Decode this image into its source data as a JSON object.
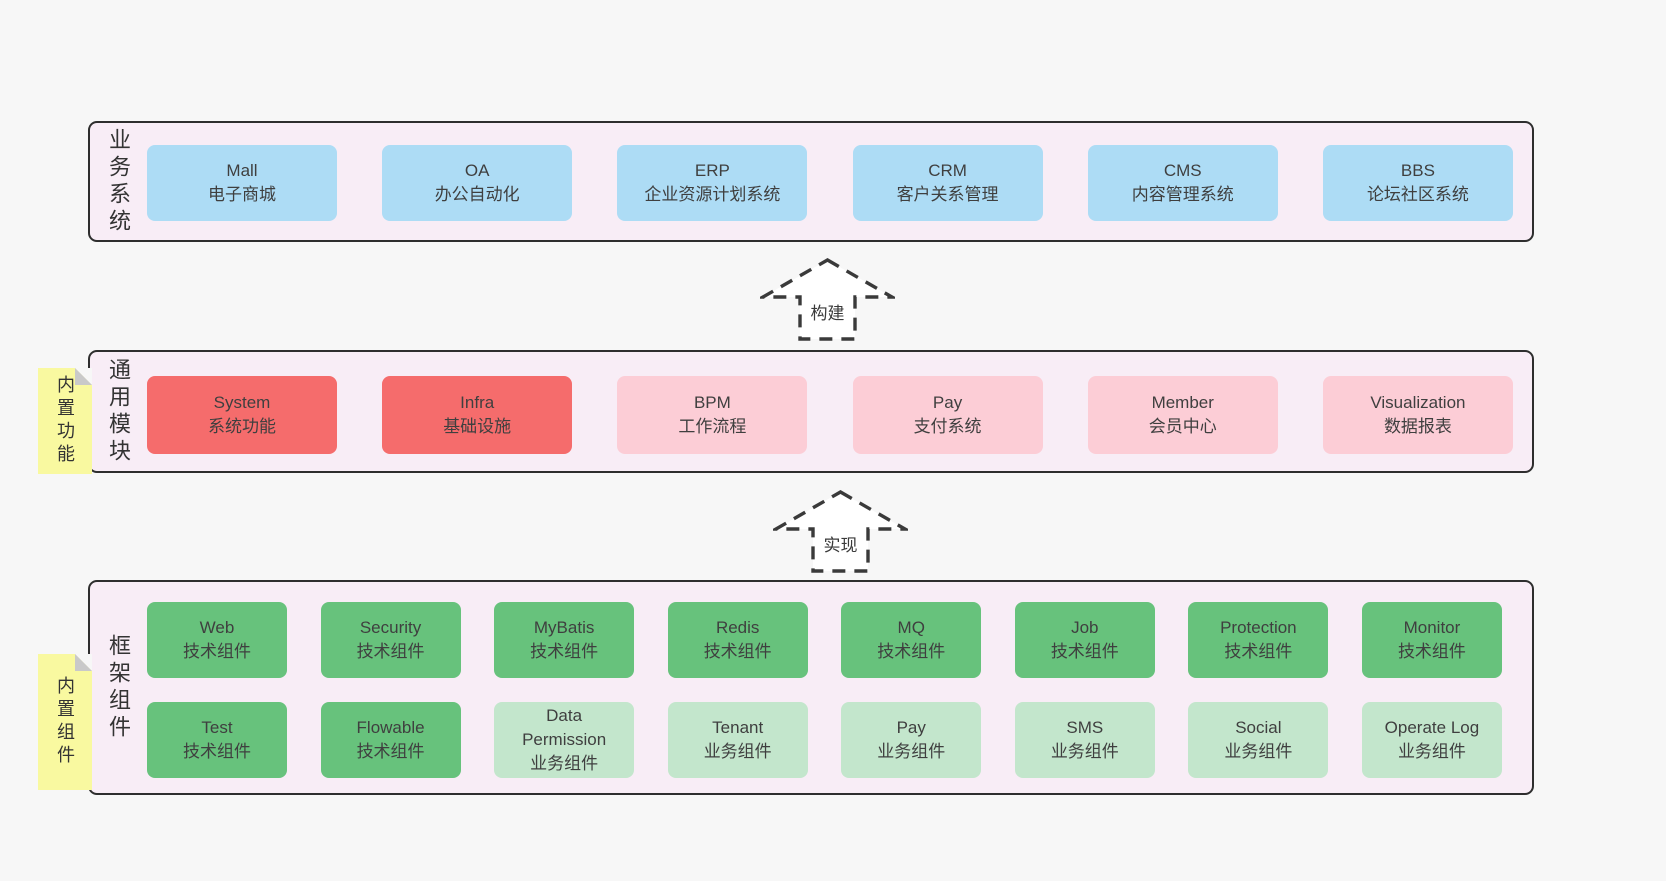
{
  "palette": {
    "c-layerbg": "#f8edf6",
    "c-blue": "#addcf5",
    "c-red": "#f56c6c",
    "c-pink": "#fccdd6",
    "c-green": "#67c27c",
    "c-lightgreen": "#c3e6cc",
    "c-note": "#f9f9a0"
  },
  "arrows": [
    {
      "id": "build",
      "label": "构建"
    },
    {
      "id": "implement",
      "label": "实现"
    }
  ],
  "layers": [
    {
      "id": "business",
      "label": "业务系统",
      "rows": [
        [
          {
            "title": "Mall",
            "subtitle": "电子商城",
            "variant": "blue"
          },
          {
            "title": "OA",
            "subtitle": "办公自动化",
            "variant": "blue"
          },
          {
            "title": "ERP",
            "subtitle": "企业资源计划系统",
            "variant": "blue"
          },
          {
            "title": "CRM",
            "subtitle": "客户关系管理",
            "variant": "blue"
          },
          {
            "title": "CMS",
            "subtitle": "内容管理系统",
            "variant": "blue"
          },
          {
            "title": "BBS",
            "subtitle": "论坛社区系统",
            "variant": "blue"
          }
        ]
      ]
    },
    {
      "id": "modules",
      "label": "通用模块",
      "note": "内置功能",
      "rows": [
        [
          {
            "title": "System",
            "subtitle": "系统功能",
            "variant": "red"
          },
          {
            "title": "Infra",
            "subtitle": "基础设施",
            "variant": "red"
          },
          {
            "title": "BPM",
            "subtitle": "工作流程",
            "variant": "pink"
          },
          {
            "title": "Pay",
            "subtitle": "支付系统",
            "variant": "pink"
          },
          {
            "title": "Member",
            "subtitle": "会员中心",
            "variant": "pink"
          },
          {
            "title": "Visualization",
            "subtitle": "数据报表",
            "variant": "pink"
          }
        ]
      ]
    },
    {
      "id": "components",
      "label": "框架组件",
      "note": "内置组件",
      "rows": [
        [
          {
            "title": "Web",
            "subtitle": "技术组件",
            "variant": "green"
          },
          {
            "title": "Security",
            "subtitle": "技术组件",
            "variant": "green"
          },
          {
            "title": "MyBatis",
            "subtitle": "技术组件",
            "variant": "green"
          },
          {
            "title": "Redis",
            "subtitle": "技术组件",
            "variant": "green"
          },
          {
            "title": "MQ",
            "subtitle": "技术组件",
            "variant": "green"
          },
          {
            "title": "Job",
            "subtitle": "技术组件",
            "variant": "green"
          },
          {
            "title": "Protection",
            "subtitle": "技术组件",
            "variant": "green"
          },
          {
            "title": "Monitor",
            "subtitle": "技术组件",
            "variant": "green"
          }
        ],
        [
          {
            "title": "Test",
            "subtitle": "技术组件",
            "variant": "green"
          },
          {
            "title": "Flowable",
            "subtitle": "技术组件",
            "variant": "green"
          },
          {
            "title": "Data Permission",
            "subtitle": "业务组件",
            "variant": "lightgreen"
          },
          {
            "title": "Tenant",
            "subtitle": "业务组件",
            "variant": "lightgreen"
          },
          {
            "title": "Pay",
            "subtitle": "业务组件",
            "variant": "lightgreen"
          },
          {
            "title": "SMS",
            "subtitle": "业务组件",
            "variant": "lightgreen"
          },
          {
            "title": "Social",
            "subtitle": "业务组件",
            "variant": "lightgreen"
          },
          {
            "title": "Operate Log",
            "subtitle": "业务组件",
            "variant": "lightgreen"
          }
        ]
      ]
    }
  ]
}
